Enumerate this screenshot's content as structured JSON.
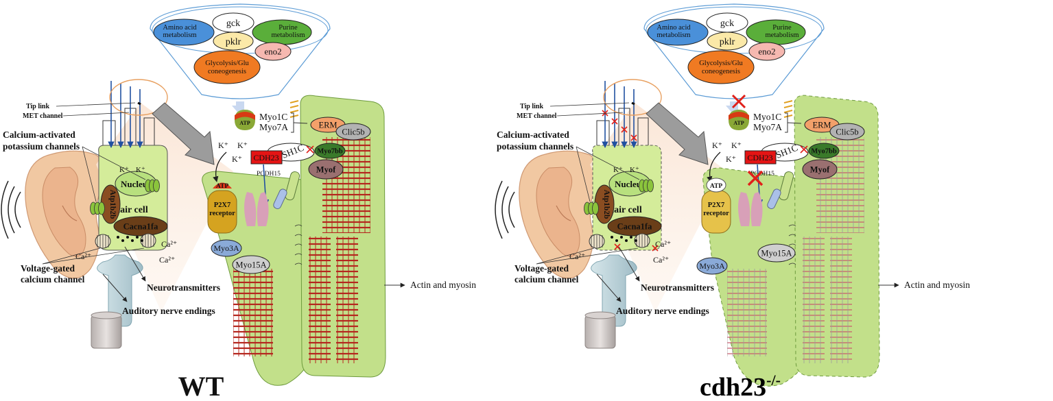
{
  "panels": {
    "wt": {
      "title": "WT",
      "metabolism": {
        "amino": [
          "Amino acid",
          "metabolism"
        ],
        "purine": [
          "Purine",
          "metabolism"
        ],
        "glyco": [
          "Glycolysis/Glu",
          "coneogenesis"
        ],
        "genes": [
          "gck",
          "pklr",
          "eno2"
        ]
      },
      "hair_labels": {
        "tip_link": "Tip link",
        "met_channel": "MET channel",
        "ca_k_channels": [
          "Calcium-activated",
          "potassium channels"
        ],
        "nucleus": "Nucleus",
        "hair_cell": "Hair cell",
        "atp1b2b": "Atp1b2b",
        "cacna1fa": "Cacna1fa",
        "vg_channel": [
          "Voltage-gated",
          "calcium channel"
        ],
        "neurotransmitters": "Neurotransmitters",
        "auditory": "Auditory nerve endings",
        "k_ion": "K⁺",
        "ca_ion": "Ca²⁺"
      },
      "stereo_labels": {
        "atp": "ATP",
        "myo1c": "Myo1C",
        "myo7a": "Myo7A",
        "erm": "ERM",
        "clic5b": "Clic5b",
        "cdh23": "CDH23",
        "ush1c": "USH1C",
        "myo7bb": "Myo7bb",
        "myof": "Myof",
        "pcdh15": "PCDH15",
        "p2x7": [
          "P2X7",
          "receptor"
        ],
        "myo3a": "Myo3A",
        "myo15a": "Myo15A",
        "actin_myosin": "Actin and myosin"
      }
    },
    "ko": {
      "title": "cdh23",
      "title_sup": "-/-",
      "metabolism": {
        "amino": [
          "Amino acid",
          "metabolism"
        ],
        "purine": [
          "Purine",
          "metabolism"
        ],
        "glyco": [
          "Glycolysis/Glu",
          "coneogenesis"
        ],
        "genes": [
          "gck",
          "pklr",
          "eno2"
        ]
      },
      "hair_labels": {
        "tip_link": "Tip link",
        "met_channel": "MET channel",
        "ca_k_channels": [
          "Calcium-activated",
          "potassium channels"
        ],
        "nucleus": "Nucleus",
        "hair_cell": "Hair cell",
        "atp1b2b": "Atp1b2b",
        "cacna1fa": "Cacna1fa",
        "vg_channel": [
          "Voltage-gated",
          "calcium channel"
        ],
        "neurotransmitters": "Neurotransmitters",
        "auditory": "Auditory nerve endings",
        "k_ion": "K⁺",
        "ca_ion": "Ca²⁺"
      },
      "stereo_labels": {
        "atp": "ATP",
        "myo1c": "Myo1C",
        "myo7a": "Myo7A",
        "erm": "ERM",
        "clic5b": "Clic5b",
        "cdh23": "CDH23",
        "ush1c": "USH1C",
        "myo7bb": "Myo7bb",
        "myof": "Myof",
        "pcdh15": "PCDH15",
        "p2x7": [
          "P2X7",
          "receptor"
        ],
        "myo3a": "Myo3A",
        "myo15a": "Myo15A",
        "actin_myosin": "Actin and myosin"
      }
    }
  },
  "colors": {
    "amino": "#4a90d9",
    "purine": "#5aae3a",
    "glyco": "#f07a22",
    "pklr": "#fbe9a8",
    "eno2": "#f6b8b0",
    "cell_green": "#d4ec9a",
    "stereo_green": "#c2e08a",
    "actin_red": "#b5261e",
    "cdh23_red": "#e41414",
    "skin": "#f1c8a2",
    "cone": "#fae3d2",
    "nerve": "#b9d4dc",
    "inhibit": "#e0201a"
  }
}
